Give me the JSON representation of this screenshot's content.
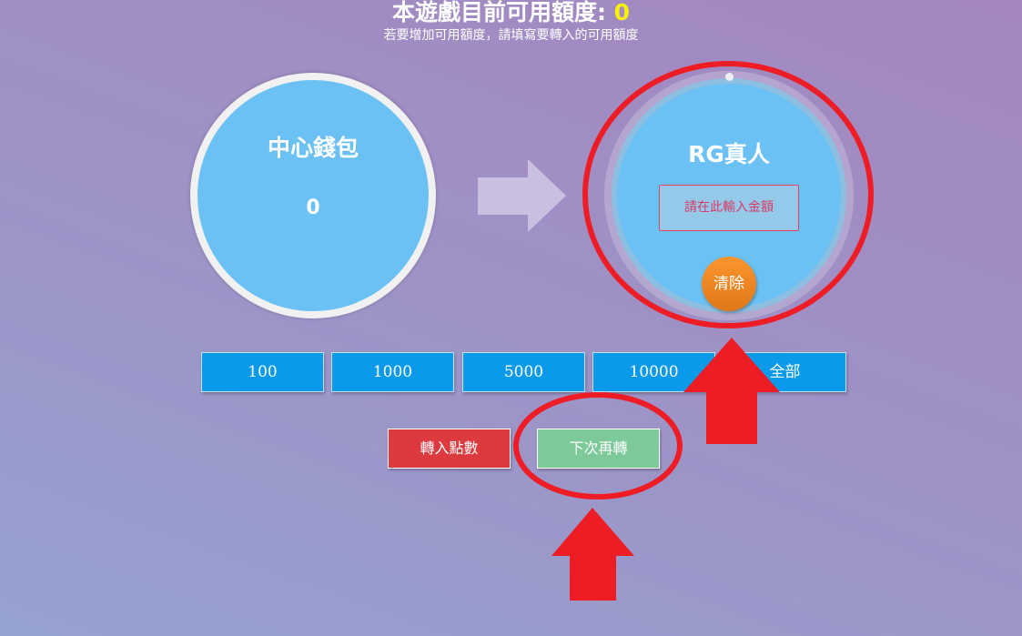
{
  "header": {
    "title": "本遊戲目前可用額度:",
    "available": "0",
    "subtitle": "若要增加可用額度，請填寫要轉入的可用額度"
  },
  "source_wallet": {
    "name": "中心錢包",
    "balance": "0"
  },
  "target_wallet": {
    "name": "RG真人",
    "input_placeholder": "請在此輸入金額",
    "clear_label": "清除"
  },
  "amount_buttons": [
    "100",
    "1000",
    "5000",
    "10000",
    "全部"
  ],
  "actions": {
    "transfer": "轉入點數",
    "skip": "下次再轉"
  },
  "colors": {
    "annotation": "#ee1c25",
    "transfer": "#dc3a3f",
    "skip": "#7dc99a",
    "amount": "#0b9aea"
  }
}
